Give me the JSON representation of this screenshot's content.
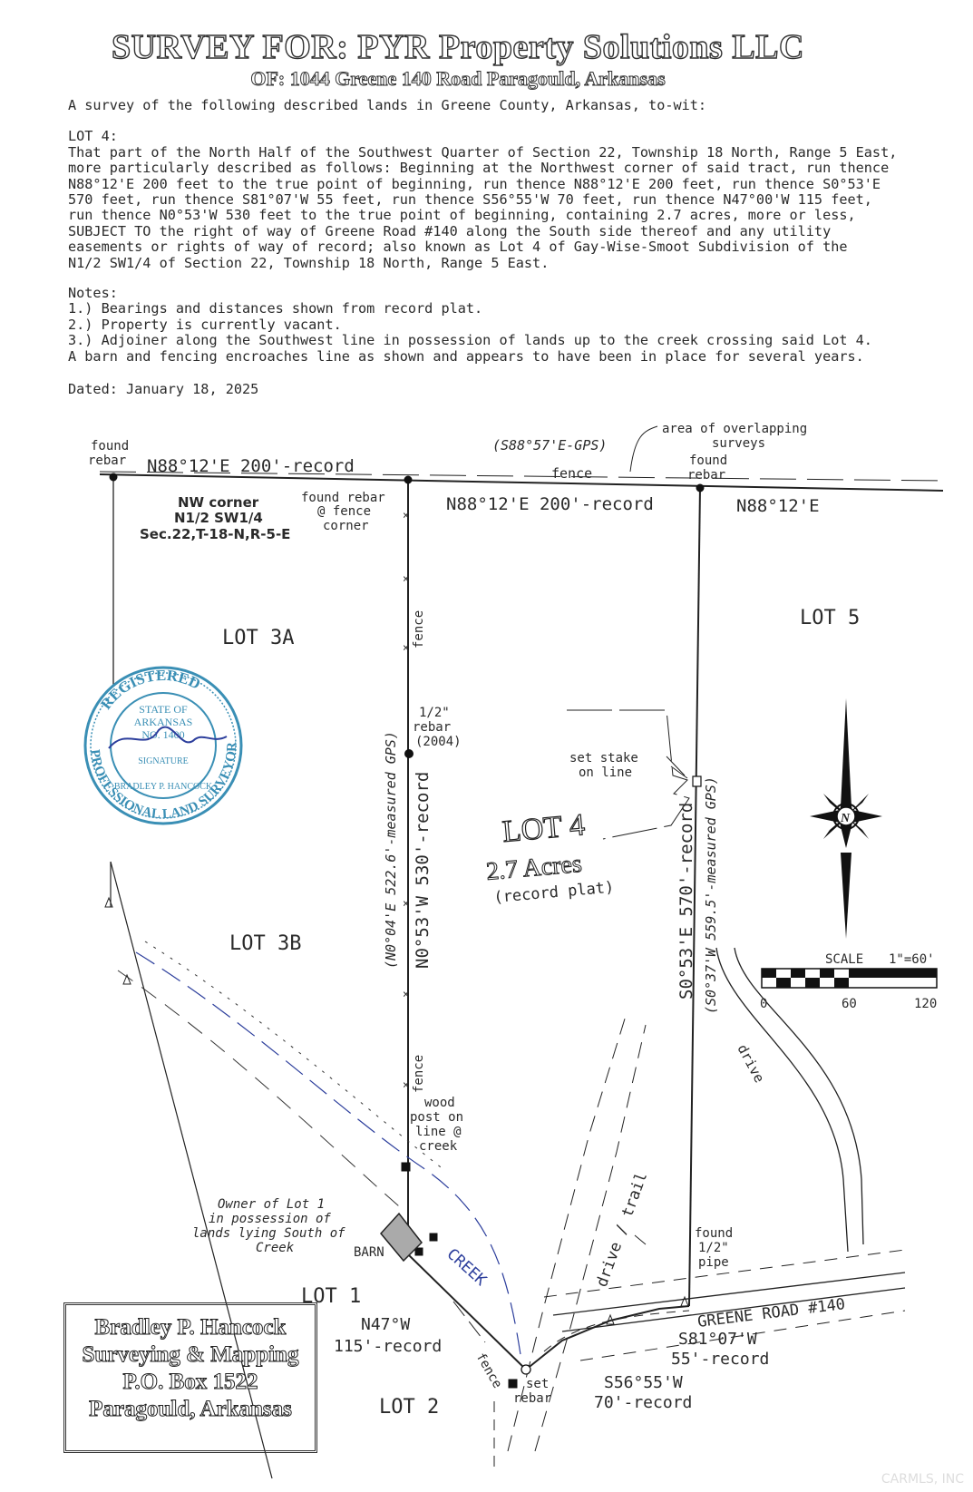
{
  "header": {
    "title": "SURVEY FOR: PYR Property Solutions LLC",
    "subtitle": "OF: 1044 Greene 140 Road Paragould, Arkansas"
  },
  "intro": "A survey of the following described lands in Greene County, Arkansas, to-wit:",
  "lot_heading": "LOT 4:",
  "description_lines": [
    "That part of the North Half of the Southwest Quarter of Section 22, Township 18 North, Range 5 East,",
    "more particularly described as follows: Beginning at the Northwest corner of said tract, run thence",
    "N88°12'E 200 feet to the true point of beginning, run thence N88°12'E 200 feet, run thence S0°53'E",
    "570 feet, run thence S81°07'W 55 feet, run thence S56°55'W 70 feet, run thence N47°00'W 115 feet,",
    "run thence N0°53'W 530 feet to the true point of beginning, containing 2.7 acres, more or less,",
    "SUBJECT TO the right of way of Greene Road #140 along the South side thereof and any utility",
    "easements or rights of way of record; also known as Lot 4 of Gay-Wise-Smoot Subdivision of the",
    "N1/2 SW1/4 of Section 22, Township 18 North, Range 5 East."
  ],
  "notes_heading": "Notes:",
  "notes": [
    "1.) Bearings and distances shown from record plat.",
    "2.) Property is currently vacant.",
    "3.) Adjoiner along the Southwest line in possession of lands up to the creek crossing said Lot 4.",
    "A barn and fencing encroaches line as shown and appears to have been in place for several years."
  ],
  "dated": "Dated: January 18, 2025",
  "map": {
    "found_rebar_1": "found",
    "found_rebar_1b": "rebar",
    "north_line_west": "N88°12'E 200'-record",
    "gps_bearing": "(S88°57'E-GPS)",
    "overlap_1": "area of overlapping",
    "overlap_2": "surveys",
    "fence_top": "fence",
    "found_rebar_2": "found",
    "found_rebar_2b": "rebar",
    "nw_corner_1": "NW corner",
    "nw_corner_2": "N1/2 SW1/4",
    "nw_corner_3": "Sec.22,T-18-N,R-5-E",
    "fence_corner_1": "found rebar",
    "fence_corner_2": "@ fence",
    "fence_corner_3": "corner",
    "north_line_lot4": "N88°12'E 200'-record",
    "north_line_east": "N88°12'E",
    "lot5": "LOT 5",
    "lot3a": "LOT 3A",
    "fence_west_1": "fence",
    "rebar_2004_1": "1/2\"",
    "rebar_2004_2": "rebar",
    "rebar_2004_3": "(2004)",
    "west_gps": "(N0°04'E 522.6'-measured GPS)",
    "west_record": "N0°53'W 530'-record",
    "set_stake_1": "set stake",
    "set_stake_2": "on line",
    "east_record": "S0°53'E 570'-record",
    "east_gps": "(S0°37'W 559.5'-measured GPS)",
    "lot4_title": "LOT 4",
    "lot4_area": "2.7 Acres",
    "lot4_note": "(record plat)",
    "lot3b": "LOT 3B",
    "scale_label": "SCALE",
    "scale_ratio": "1\"=60'",
    "scale_0": "0",
    "scale_60": "60",
    "scale_120": "120",
    "drive": "drive",
    "fence_west_2": "fence",
    "wood_post_1": "wood",
    "wood_post_2": "post on",
    "wood_post_3": "line @",
    "wood_post_4": "creek",
    "owner_1": "Owner of Lot 1",
    "owner_2": "in possession of",
    "owner_3": "lands lying South of",
    "owner_4": "Creek",
    "barn": "BARN",
    "creek": "CREEK",
    "drive_trail": "drive / trail",
    "found_pipe_1": "found",
    "found_pipe_2": "1/2\"",
    "found_pipe_3": "pipe",
    "lot1": "LOT 1",
    "road": "GREENE ROAD #140",
    "sw_bearing_1": "N47°W",
    "sw_bearing_2": "115'-record",
    "s81": "S81°07'W",
    "s81_dist": "55'-record",
    "fence_sw": "fence",
    "set_rebar_1": "set",
    "set_rebar_2": "rebar",
    "s56": "S56°55'W",
    "s56_dist": "70'-record",
    "lot2": "LOT 2"
  },
  "seal": {
    "ring_top": "REGISTERED",
    "ring_bottom": "PROFESSIONAL LAND SURVEYOR",
    "state_1": "STATE OF",
    "state_2": "ARKANSAS",
    "number": "NO. 1400",
    "signature": "SIGNATURE",
    "name": "BRADLEY P. HANCOCK"
  },
  "company": {
    "line1": "Bradley P. Hancock",
    "line2": "Surveying & Mapping",
    "line3": "P.O. Box 1522",
    "line4": "Paragould, Arkansas"
  },
  "watermark": "CARMLS, INC"
}
